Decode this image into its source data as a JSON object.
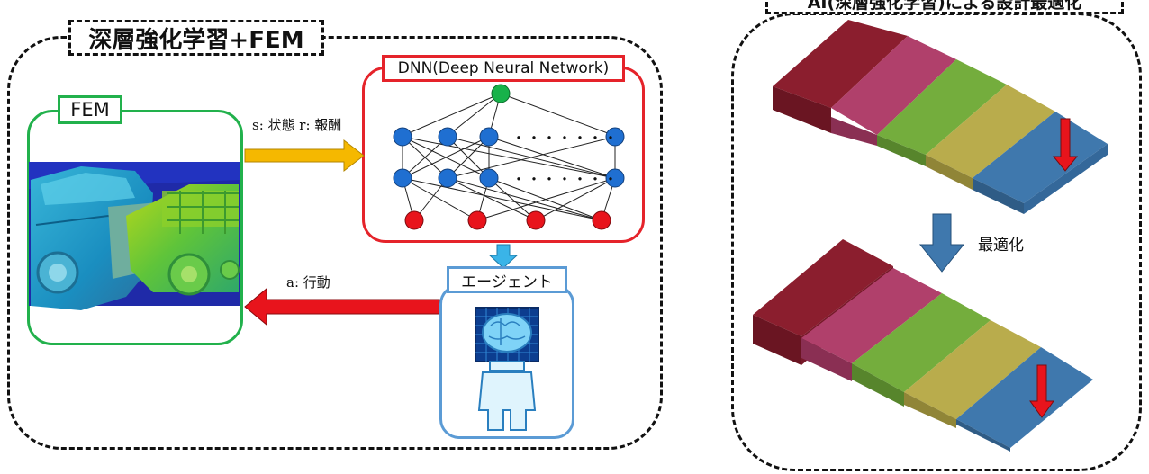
{
  "left_panel": {
    "title": "深層強化学習+FEM",
    "fem_label": "FEM",
    "dnn_label": "DNN(Deep Neural Network)",
    "state_reward_label": "s: 状態  r: 報酬",
    "action_label": "a: 行動",
    "agent_label": "エージェント",
    "dots": "・・・・・・・"
  },
  "right_panel": {
    "title": "AI(深層強化学習)による設計最適化",
    "optimize_label": "最適化"
  },
  "colors": {
    "fem_border": "#22b14c",
    "dnn_border": "#e5232a",
    "agent_border": "#5b9bd5",
    "blue_node": "#1f6fd1",
    "red_node": "#e8141c",
    "green_node": "#17b24a",
    "segment_1": "#8b1e2e",
    "segment_2": "#b0406b",
    "segment_3": "#74ad3d",
    "segment_4": "#b9ac4c",
    "segment_5": "#3f78ad"
  }
}
